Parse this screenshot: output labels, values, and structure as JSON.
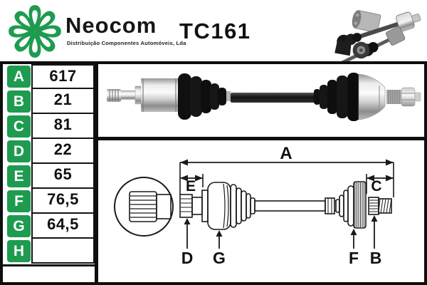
{
  "header": {
    "brand_name": "Neocom",
    "brand_tagline": "Distribuição Componentes Automóveis, Lda",
    "part_number": "TC161"
  },
  "dimensions_table": {
    "rows": [
      {
        "label": "A",
        "value": "617"
      },
      {
        "label": "B",
        "value": "21"
      },
      {
        "label": "C",
        "value": "81"
      },
      {
        "label": "D",
        "value": "22"
      },
      {
        "label": "E",
        "value": "65"
      },
      {
        "label": "F",
        "value": "76,5"
      },
      {
        "label": "G",
        "value": "64,5"
      },
      {
        "label": "H",
        "value": ""
      }
    ]
  },
  "diagram": {
    "dim_a": "A",
    "dim_b": "B",
    "dim_c": "C",
    "dim_d": "D",
    "dim_e": "E",
    "dim_f": "F",
    "dim_g": "G"
  },
  "colors": {
    "brand_green": "#1e9b4f",
    "ink": "#111111"
  }
}
